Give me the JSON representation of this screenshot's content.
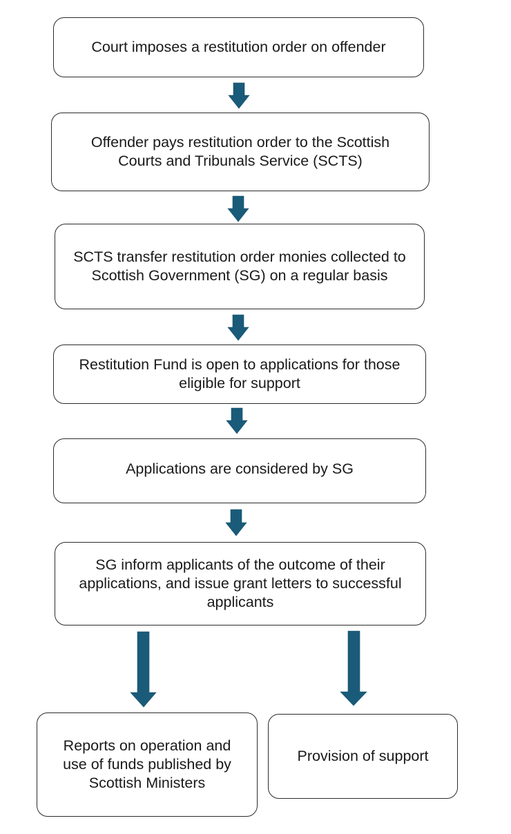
{
  "diagram": {
    "type": "flowchart",
    "arrow_color": "#1a5b7a",
    "steps": [
      {
        "id": "court-order",
        "text": "Court imposes a restitution order on offender"
      },
      {
        "id": "offender-pays",
        "text": "Offender pays restitution order to the Scottish Courts and Tribunals Service (SCTS)"
      },
      {
        "id": "scts-transfer",
        "text": "SCTS transfer restitution order monies collected to Scottish Government (SG) on a regular basis"
      },
      {
        "id": "fund-open",
        "text": "Restitution Fund is open to applications for those eligible for support"
      },
      {
        "id": "applications-considered",
        "text": "Applications are considered by SG"
      },
      {
        "id": "sg-inform",
        "text": "SG inform applicants of the outcome of their applications, and issue grant letters to successful applicants"
      },
      {
        "id": "reports",
        "text": "Reports on operation and use of funds published by Scottish Ministers"
      },
      {
        "id": "provision",
        "text": "Provision of support"
      }
    ],
    "connections": [
      {
        "from": "court-order",
        "to": "offender-pays"
      },
      {
        "from": "offender-pays",
        "to": "scts-transfer"
      },
      {
        "from": "scts-transfer",
        "to": "fund-open"
      },
      {
        "from": "fund-open",
        "to": "applications-considered"
      },
      {
        "from": "applications-considered",
        "to": "sg-inform"
      },
      {
        "from": "sg-inform",
        "to": "reports"
      },
      {
        "from": "sg-inform",
        "to": "provision"
      }
    ]
  }
}
